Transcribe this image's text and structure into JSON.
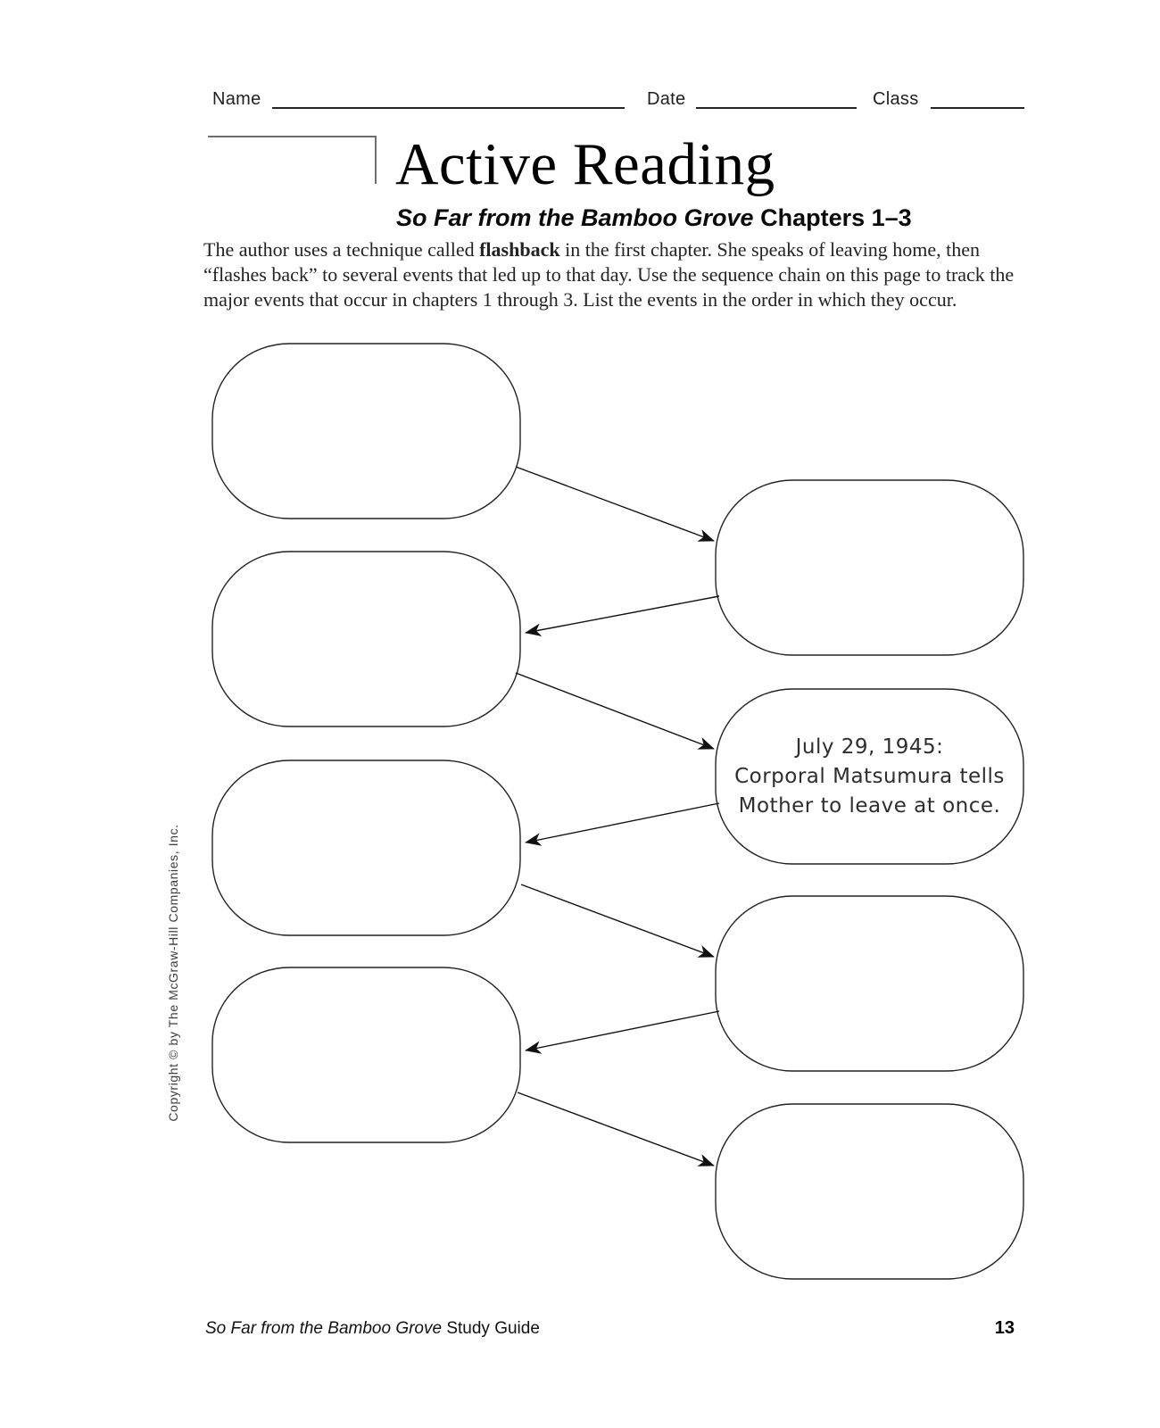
{
  "header": {
    "name_label": "Name",
    "date_label": "Date",
    "class_label": "Class"
  },
  "title": "Active Reading",
  "subtitle": {
    "book_title": "So Far from the Bamboo Grove",
    "rest": "Chapters 1–3"
  },
  "intro": {
    "before_bold": "The author uses a technique called ",
    "bold_word": "flashback",
    "after_bold": " in the first chapter. She speaks of leaving home, then “flashes back” to several events that led up to that day. Use the sequence chain on this page to track the major events that occur in chapters 1 through 3. List the events in the order in which they occur."
  },
  "sequence_chain": {
    "description": "Sequence chain of 8 blank oval nodes; order alternates left and right columns, linked by arrows.",
    "nodes": [
      {
        "order": 1,
        "column": "left",
        "text": ""
      },
      {
        "order": 2,
        "column": "right",
        "text": ""
      },
      {
        "order": 3,
        "column": "left",
        "text": ""
      },
      {
        "order": 4,
        "column": "right",
        "text": "July 29, 1945:\nCorporal Matsumura tells\nMother to leave at once."
      },
      {
        "order": 5,
        "column": "left",
        "text": ""
      },
      {
        "order": 6,
        "column": "right",
        "text": ""
      },
      {
        "order": 7,
        "column": "left",
        "text": ""
      },
      {
        "order": 8,
        "column": "right",
        "text": ""
      }
    ],
    "arrows": [
      {
        "from": 1,
        "to": 2
      },
      {
        "from": 2,
        "to": 3
      },
      {
        "from": 3,
        "to": 4
      },
      {
        "from": 4,
        "to": 5
      },
      {
        "from": 5,
        "to": 6
      },
      {
        "from": 6,
        "to": 7
      },
      {
        "from": 7,
        "to": 8
      }
    ]
  },
  "copyright": "Copyright © by The McGraw-Hill Companies, Inc.",
  "footer": {
    "book_title": "So Far from the Bamboo Grove",
    "rest": " Study Guide",
    "page_number": "13"
  }
}
